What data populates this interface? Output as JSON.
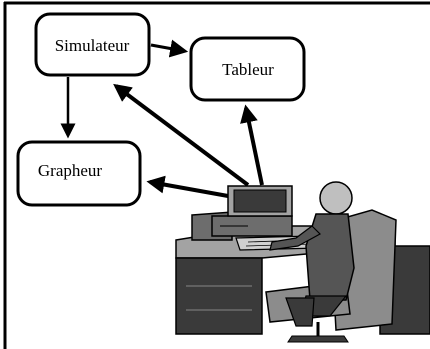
{
  "diagram": {
    "nodes": {
      "simulateur": {
        "label": "Simulateur"
      },
      "tableur": {
        "label": "Tableur"
      },
      "grapheur": {
        "label": "Grapheur"
      }
    },
    "edges": [
      {
        "from": "simulateur",
        "to": "tableur"
      },
      {
        "from": "simulateur",
        "to": "grapheur"
      },
      {
        "from": "workstation",
        "to": "simulateur"
      },
      {
        "from": "workstation",
        "to": "tableur"
      },
      {
        "from": "workstation",
        "to": "grapheur"
      }
    ],
    "illustration": {
      "icon": "person-at-computer-desk-icon"
    }
  },
  "colors": {
    "stroke": "#000000",
    "background": "#ffffff",
    "desk_dark": "#3a3a3a",
    "desk_mid": "#6d6d6d",
    "desk_light": "#a3a3a3",
    "chair": "#8c8c8c",
    "person_head": "#bfbfbf",
    "person_body": "#555555"
  }
}
